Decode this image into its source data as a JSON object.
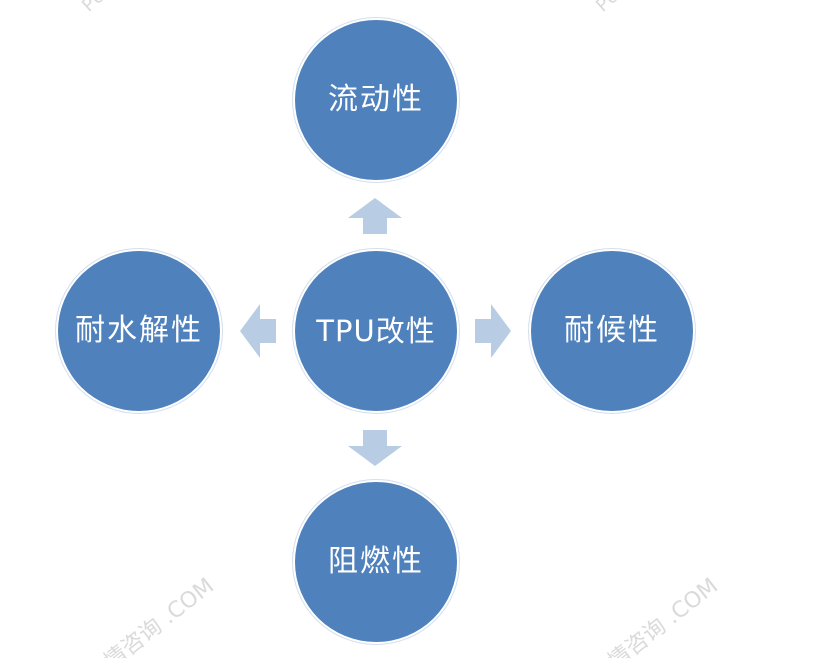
{
  "diagram": {
    "center": {
      "label": "TPU改性"
    },
    "top": {
      "label": "流动性"
    },
    "left": {
      "label": "耐水解性"
    },
    "right": {
      "label": "耐候性"
    },
    "bottom": {
      "label": "阻燃性"
    }
  },
  "watermarks": {
    "top_left": "PU",
    "top_right": "PU",
    "bottom_left": "情咨询 .COM",
    "bottom_right": "情咨询 .COM"
  },
  "colors": {
    "node_fill": "#4f81bd",
    "arrow_fill": "#b8cce4",
    "background": "#ffffff",
    "label_text": "#ffffff"
  }
}
